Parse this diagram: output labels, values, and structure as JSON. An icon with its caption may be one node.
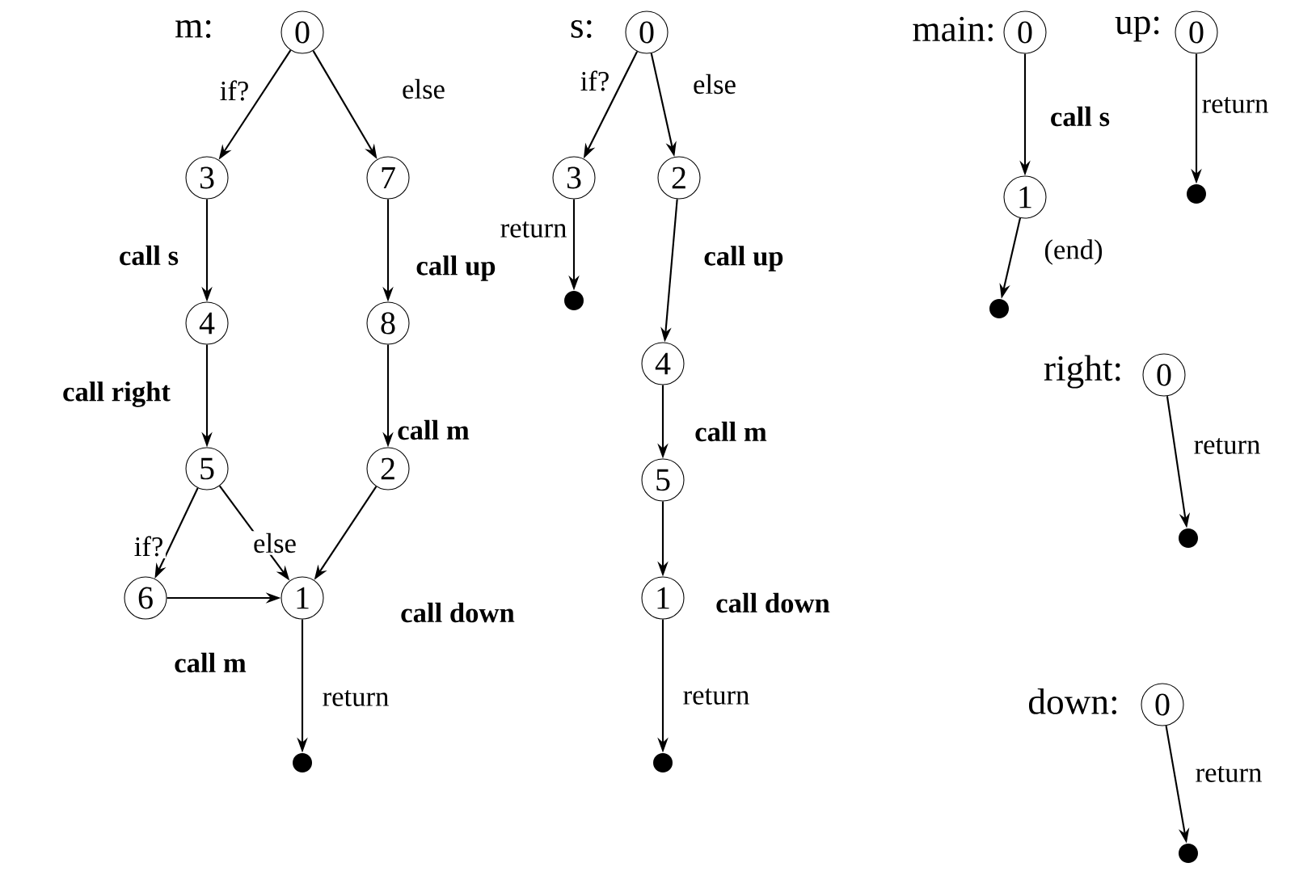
{
  "diagram": {
    "nodes": [
      {
        "text": [
          "0"
        ],
        "beside": [
          "m:"
        ]
      },
      {
        "text": [
          "3"
        ]
      },
      {
        "text": [
          "7"
        ]
      },
      {
        "text": [
          "4"
        ]
      },
      {
        "text": [
          "8"
        ]
      },
      {
        "text": [
          "5"
        ]
      },
      {
        "text": [
          "2"
        ]
      },
      {
        "text": [
          "6"
        ]
      },
      {
        "text": [
          "1"
        ]
      },
      {
        "text": [],
        "shape": "dot"
      },
      {
        "text": [
          "0"
        ],
        "beside": [
          "s:"
        ]
      },
      {
        "text": [
          "3"
        ]
      },
      {
        "text": [
          "2"
        ]
      },
      {
        "text": [],
        "shape": "dot"
      },
      {
        "text": [
          "4"
        ]
      },
      {
        "text": [
          "5"
        ]
      },
      {
        "text": [
          "1"
        ]
      },
      {
        "text": [],
        "shape": "dot"
      },
      {
        "text": [
          "0"
        ],
        "beside": [
          "main:"
        ]
      },
      {
        "text": [
          "1"
        ]
      },
      {
        "text": [],
        "shape": "dot"
      },
      {
        "text": [
          "0"
        ],
        "beside": [
          "up:"
        ]
      },
      {
        "text": [],
        "shape": "dot"
      },
      {
        "text": [
          "0"
        ],
        "beside": [
          "right:"
        ]
      },
      {
        "text": [],
        "shape": "dot"
      },
      {
        "text": [
          "0"
        ],
        "beside": [
          "down:"
        ]
      },
      {
        "text": [],
        "shape": "dot"
      }
    ],
    "edges": [
      {
        "from": 0,
        "to": 1,
        "arrow": "to",
        "label": "if?"
      },
      {
        "from": 0,
        "to": 2,
        "arrow": "to",
        "label": "else"
      },
      {
        "from": 1,
        "to": 3,
        "arrow": "to",
        "label": "call s"
      },
      {
        "from": 2,
        "to": 4,
        "arrow": "to",
        "label": "call up"
      },
      {
        "from": 3,
        "to": 5,
        "arrow": "to",
        "label": "call right"
      },
      {
        "from": 4,
        "to": 6,
        "arrow": "to",
        "label": "call m"
      },
      {
        "from": 5,
        "to": 7,
        "arrow": "to",
        "label": "if?"
      },
      {
        "from": 5,
        "to": 8,
        "arrow": "to",
        "label": "else"
      },
      {
        "from": 6,
        "to": 8,
        "arrow": "to",
        "label": "call down"
      },
      {
        "from": 7,
        "to": 8,
        "arrow": "to",
        "label": "call m"
      },
      {
        "from": 8,
        "to": 9,
        "arrow": "to",
        "label": "return"
      },
      {
        "from": 10,
        "to": 11,
        "arrow": "to",
        "label": "if?"
      },
      {
        "from": 10,
        "to": 12,
        "arrow": "to",
        "label": "else"
      },
      {
        "from": 11,
        "to": 13,
        "arrow": "to",
        "label": "return"
      },
      {
        "from": 12,
        "to": 14,
        "arrow": "to",
        "label": "call up"
      },
      {
        "from": 14,
        "to": 15,
        "arrow": "to",
        "label": "call m"
      },
      {
        "from": 15,
        "to": 16,
        "arrow": "to",
        "label": "call down"
      },
      {
        "from": 16,
        "to": 17,
        "arrow": "to",
        "label": "return"
      },
      {
        "from": 18,
        "to": 19,
        "arrow": "to",
        "label": "call s"
      },
      {
        "from": 19,
        "to": 20,
        "arrow": "to",
        "label": "(end)"
      },
      {
        "from": 21,
        "to": 22,
        "arrow": "to",
        "label": "return"
      },
      {
        "from": 23,
        "to": 24,
        "arrow": "to",
        "label": "return"
      },
      {
        "from": 25,
        "to": 26,
        "arrow": "to",
        "label": "return"
      }
    ]
  }
}
